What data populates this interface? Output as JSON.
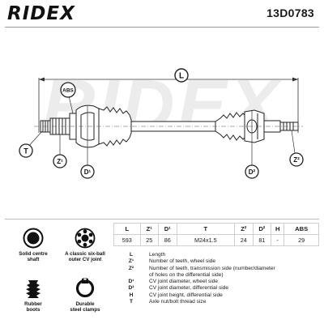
{
  "header": {
    "brand": "RIDEX",
    "part_number": "13D0783",
    "watermark": "RIDEX"
  },
  "drawing": {
    "labels": {
      "length": "L",
      "abs": "ABS",
      "thread": "T",
      "z1": "Z¹",
      "d1": "D¹",
      "d2": "D²",
      "z2": "Z²"
    }
  },
  "features": [
    {
      "icon": "solid-centre-shaft-icon",
      "label_line1": "Solid centre",
      "label_line2": "shaft"
    },
    {
      "icon": "six-ball-joint-icon",
      "label_line1": "A classic six-ball",
      "label_line2": "outer CV joint"
    },
    {
      "icon": "rubber-boot-icon",
      "label_line1": "Rubber",
      "label_line2": "boots"
    },
    {
      "icon": "steel-clamp-icon",
      "label_line1": "Durable",
      "label_line2": "steel clamps"
    }
  ],
  "spec_table": {
    "headers": [
      "L",
      "Z¹",
      "D¹",
      "T",
      "Z²",
      "D²",
      "H",
      "ABS"
    ],
    "values": [
      "593",
      "25",
      "86",
      "M24x1.5",
      "24",
      "81",
      "-",
      "29"
    ]
  },
  "legend": [
    {
      "key": "L",
      "text": "Length"
    },
    {
      "key": "Z¹",
      "text": "Number of teeth, wheel side"
    },
    {
      "key": "Z²",
      "text": "Number of teeth, transmission side (number/diameter"
    },
    {
      "key": "",
      "text": "of holes on the differential side)"
    },
    {
      "key": "D¹",
      "text": "CV joint diameter, wheel side"
    },
    {
      "key": "D²",
      "text": "CV joint diameter, differential side"
    },
    {
      "key": "H",
      "text": "CV joint height, differential side"
    },
    {
      "key": "T",
      "text": "Axle nut/bolt thread size"
    }
  ],
  "colors": {
    "ink": "#1a1a1a",
    "watermark": "#ececec",
    "rule": "#bdbdbd"
  }
}
